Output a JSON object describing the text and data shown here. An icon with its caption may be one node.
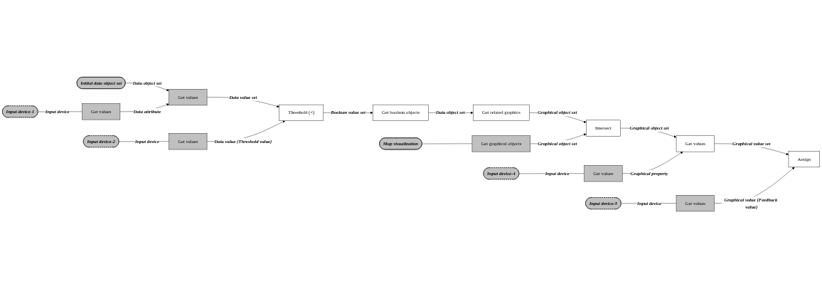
{
  "diagram": {
    "nodes": [
      {
        "text": [
          "Input device-1"
        ]
      },
      {
        "text": [
          "Initial data object set"
        ]
      },
      {
        "text": [
          "Get values"
        ]
      },
      {
        "text": [
          "Get values"
        ]
      },
      {
        "text": [
          "Map visualization"
        ]
      },
      {
        "text": [
          "Input device-4"
        ]
      },
      {
        "text": [
          "Input device-5"
        ]
      },
      {
        "text": [
          "Get graphical objects"
        ]
      },
      {
        "text": [
          "Get values"
        ]
      },
      {
        "text": [
          "Get values"
        ]
      },
      {
        "text": [
          "Get values"
        ]
      },
      {
        "text": [
          "Threshold (<)"
        ]
      },
      {
        "text": [
          "Get boolean objects"
        ]
      },
      {
        "text": [
          "Get related graphics"
        ]
      },
      {
        "text": [
          "Intersect"
        ]
      },
      {
        "text": [
          "Get values"
        ]
      },
      {
        "text": [
          "Assign"
        ]
      },
      {
        "text": [
          "Input device-2"
        ]
      }
    ],
    "edges": [
      {
        "from": 0,
        "to": 2,
        "arrow": "none",
        "label": "Input device"
      },
      {
        "from": 1,
        "to": 3,
        "arrow": "to",
        "label": "Data object set"
      },
      {
        "from": 2,
        "to": 3,
        "arrow": "to",
        "label": "Data attribute"
      },
      {
        "from": 3,
        "to": 11,
        "arrow": "to",
        "label": "Data value set"
      },
      {
        "from": 17,
        "to": 10,
        "arrow": "none",
        "label": "Input device"
      },
      {
        "from": 10,
        "to": 11,
        "arrow": "to",
        "label": "Data value (Threshold value)"
      },
      {
        "from": 11,
        "to": 12,
        "arrow": "to",
        "label": "Boolean value set"
      },
      {
        "from": 12,
        "to": 13,
        "arrow": "to",
        "label": "Data object set"
      },
      {
        "from": 13,
        "to": 14,
        "arrow": "to",
        "label": "Graphical object set"
      },
      {
        "from": 4,
        "to": 7,
        "arrow": "none"
      },
      {
        "from": 7,
        "to": 14,
        "arrow": "to",
        "label": "Graphical object set"
      },
      {
        "from": 14,
        "to": 15,
        "arrow": "to",
        "label": "Graphical object set"
      },
      {
        "from": 5,
        "to": 8,
        "arrow": "none",
        "label": "Input device"
      },
      {
        "from": 8,
        "to": 15,
        "arrow": "to",
        "label": "Graphical property"
      },
      {
        "from": 15,
        "to": 16,
        "arrow": "to",
        "label": "Graphical value set"
      },
      {
        "from": 6,
        "to": 9,
        "arrow": "none",
        "label": "Input device"
      },
      {
        "from": 9,
        "to": 16,
        "arrow": "to",
        "label": "Graphical value (Feedback value)"
      }
    ]
  }
}
